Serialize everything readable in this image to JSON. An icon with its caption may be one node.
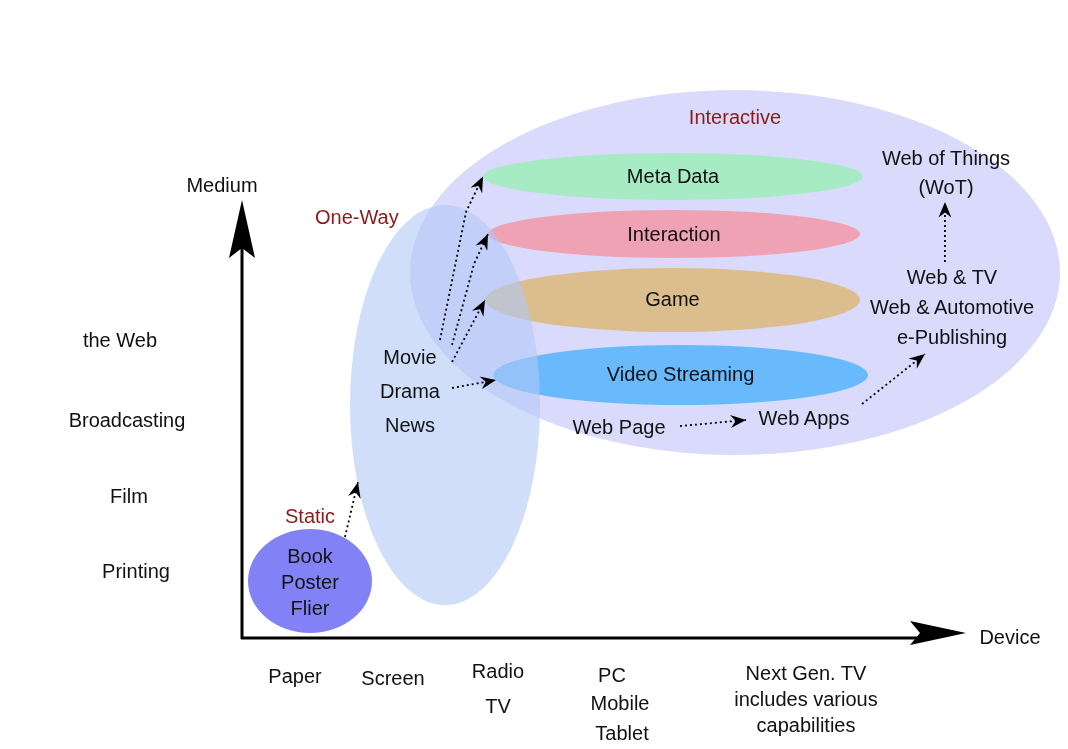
{
  "diagram": {
    "nodes": [
      {
        "text": [
          "Interactive"
        ]
      },
      {
        "text": [
          "One-Way"
        ]
      },
      {
        "text": [
          "Static",
          "Book",
          "Poster",
          "Flier"
        ]
      },
      {
        "text": [
          "Meta Data"
        ],
        "in": 0
      },
      {
        "text": [
          "Interaction"
        ],
        "in": 0
      },
      {
        "text": [
          "Game"
        ],
        "in": 0
      },
      {
        "text": [
          "Video Streaming"
        ],
        "in": 0
      },
      {
        "text": [
          "Movie",
          "Drama",
          "News"
        ],
        "in": 1
      },
      {
        "text": [
          "Web Page"
        ],
        "in": 0
      },
      {
        "text": [
          "Web Apps"
        ],
        "in": 0
      },
      {
        "text": [
          "Web & TV",
          "Web & Automotive",
          "e-Publishing"
        ],
        "in": 0
      },
      {
        "text": [
          "Web of Things (WoT)"
        ],
        "in": 0
      }
    ],
    "edges": [
      {
        "from": 2,
        "to": 1,
        "arrow": "to",
        "style": "dashed"
      },
      {
        "from": 7,
        "to": 3,
        "arrow": "to",
        "style": "dashed"
      },
      {
        "from": 7,
        "to": 4,
        "arrow": "to",
        "style": "dashed"
      },
      {
        "from": 7,
        "to": 5,
        "arrow": "to",
        "style": "dashed"
      },
      {
        "from": 7,
        "to": 6,
        "arrow": "to",
        "style": "dashed"
      },
      {
        "from": 8,
        "to": 9,
        "arrow": "to",
        "style": "dashed"
      },
      {
        "from": 9,
        "to": 10,
        "arrow": "to",
        "style": "dashed"
      },
      {
        "from": 10,
        "to": 11,
        "arrow": "to",
        "style": "dashed"
      }
    ],
    "labels": [
      "Medium",
      "the Web",
      "Broadcasting",
      "Film",
      "Printing",
      "Device",
      "Paper",
      "Screen",
      "Radio",
      "TV",
      "PC",
      "Mobile",
      "Tablet",
      "Next Gen. TV includes various capabilities"
    ]
  }
}
